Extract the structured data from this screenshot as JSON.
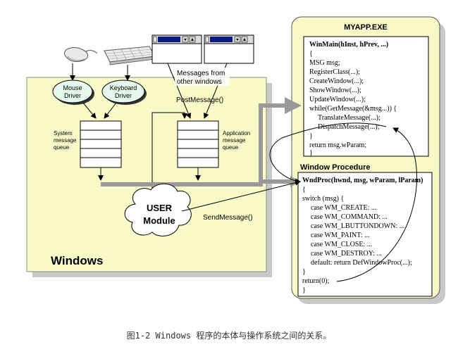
{
  "windows_box": {
    "title": "Windows"
  },
  "mouse_driver": {
    "line1": "Mouse",
    "line2": "Driver"
  },
  "keyboard_driver": {
    "line1": "Keyboard",
    "line2": "Driver"
  },
  "system_queue": {
    "line1": "System",
    "line2": "message",
    "line3": "queue"
  },
  "app_queue": {
    "line1": "Application",
    "line2": "message",
    "line3": "queue"
  },
  "messages_from_other": {
    "line1": "Messages from",
    "line2": "other windows"
  },
  "post_message": "PostMessage()",
  "send_message": "SendMessage()",
  "user_module": {
    "line1": "USER",
    "line2": "Module"
  },
  "myapp": {
    "title": "MYAPP.EXE",
    "winmain_lines": [
      "WinMain(hInst, hPrev, ...)",
      "{",
      "MSG  msg;",
      "RegisterClass(...);",
      "CreateWindow(...);",
      "ShowWindow(...);",
      "UpdateWindow(...);",
      "while(GetMessage(&msg...)) {",
      "TranslateMessage(...);",
      "DispatchMessage(...);",
      "}",
      "return msg.wParam;",
      "}"
    ],
    "winproc_title": "Window  Procedure",
    "winproc_lines": [
      "WndProc(hwnd, msg, wParam, lParam)",
      "{",
      "switch (msg) {",
      "case WM_CREATE: ...",
      "case WM_COMMAND: ...",
      "case WM_LBUTTONDOWN: ...",
      "case WM_PAINT: ...",
      "case WM_CLOSE: ...",
      "case WM_DESTROY: ...",
      "default: return DefWindowProc(...);",
      "}",
      "return(0);",
      "}"
    ]
  },
  "caption": "图1-2 Windows 程序的本体与操作系统之间的关系。",
  "colors": {
    "windows_fill": "#fafac8",
    "myapp_fill": "#fafac8",
    "driver_fill": "#e6f7ee",
    "thick_arrow": "#999999",
    "window_titlebar": "#0a1a80"
  }
}
